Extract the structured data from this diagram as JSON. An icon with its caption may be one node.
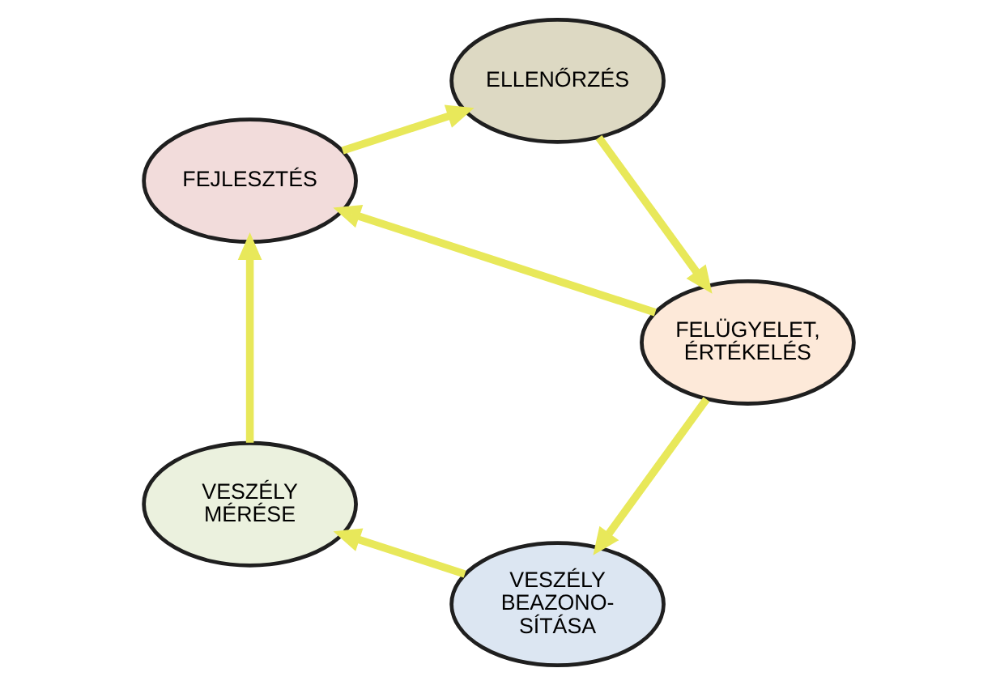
{
  "diagram": {
    "nodes": [
      {
        "text": [
          "VESZÉLY BEAZONO- SÍTÁSA"
        ]
      },
      {
        "text": [
          "VESZÉLY MÉRÉSE"
        ]
      },
      {
        "text": [
          "FEJLESZTÉS"
        ]
      },
      {
        "text": [
          "ELLENŐRZÉS"
        ]
      },
      {
        "text": [
          "FELÜGYELET, ÉRTÉKELÉS"
        ]
      }
    ],
    "edges": [
      {
        "from": 0,
        "to": 1,
        "arrow": "to"
      },
      {
        "from": 1,
        "to": 2,
        "arrow": "to"
      },
      {
        "from": 2,
        "to": 3,
        "arrow": "to"
      },
      {
        "from": 3,
        "to": 4,
        "arrow": "to"
      },
      {
        "from": 4,
        "to": 0,
        "arrow": "to"
      },
      {
        "from": 4,
        "to": 2,
        "arrow": "to"
      }
    ]
  }
}
